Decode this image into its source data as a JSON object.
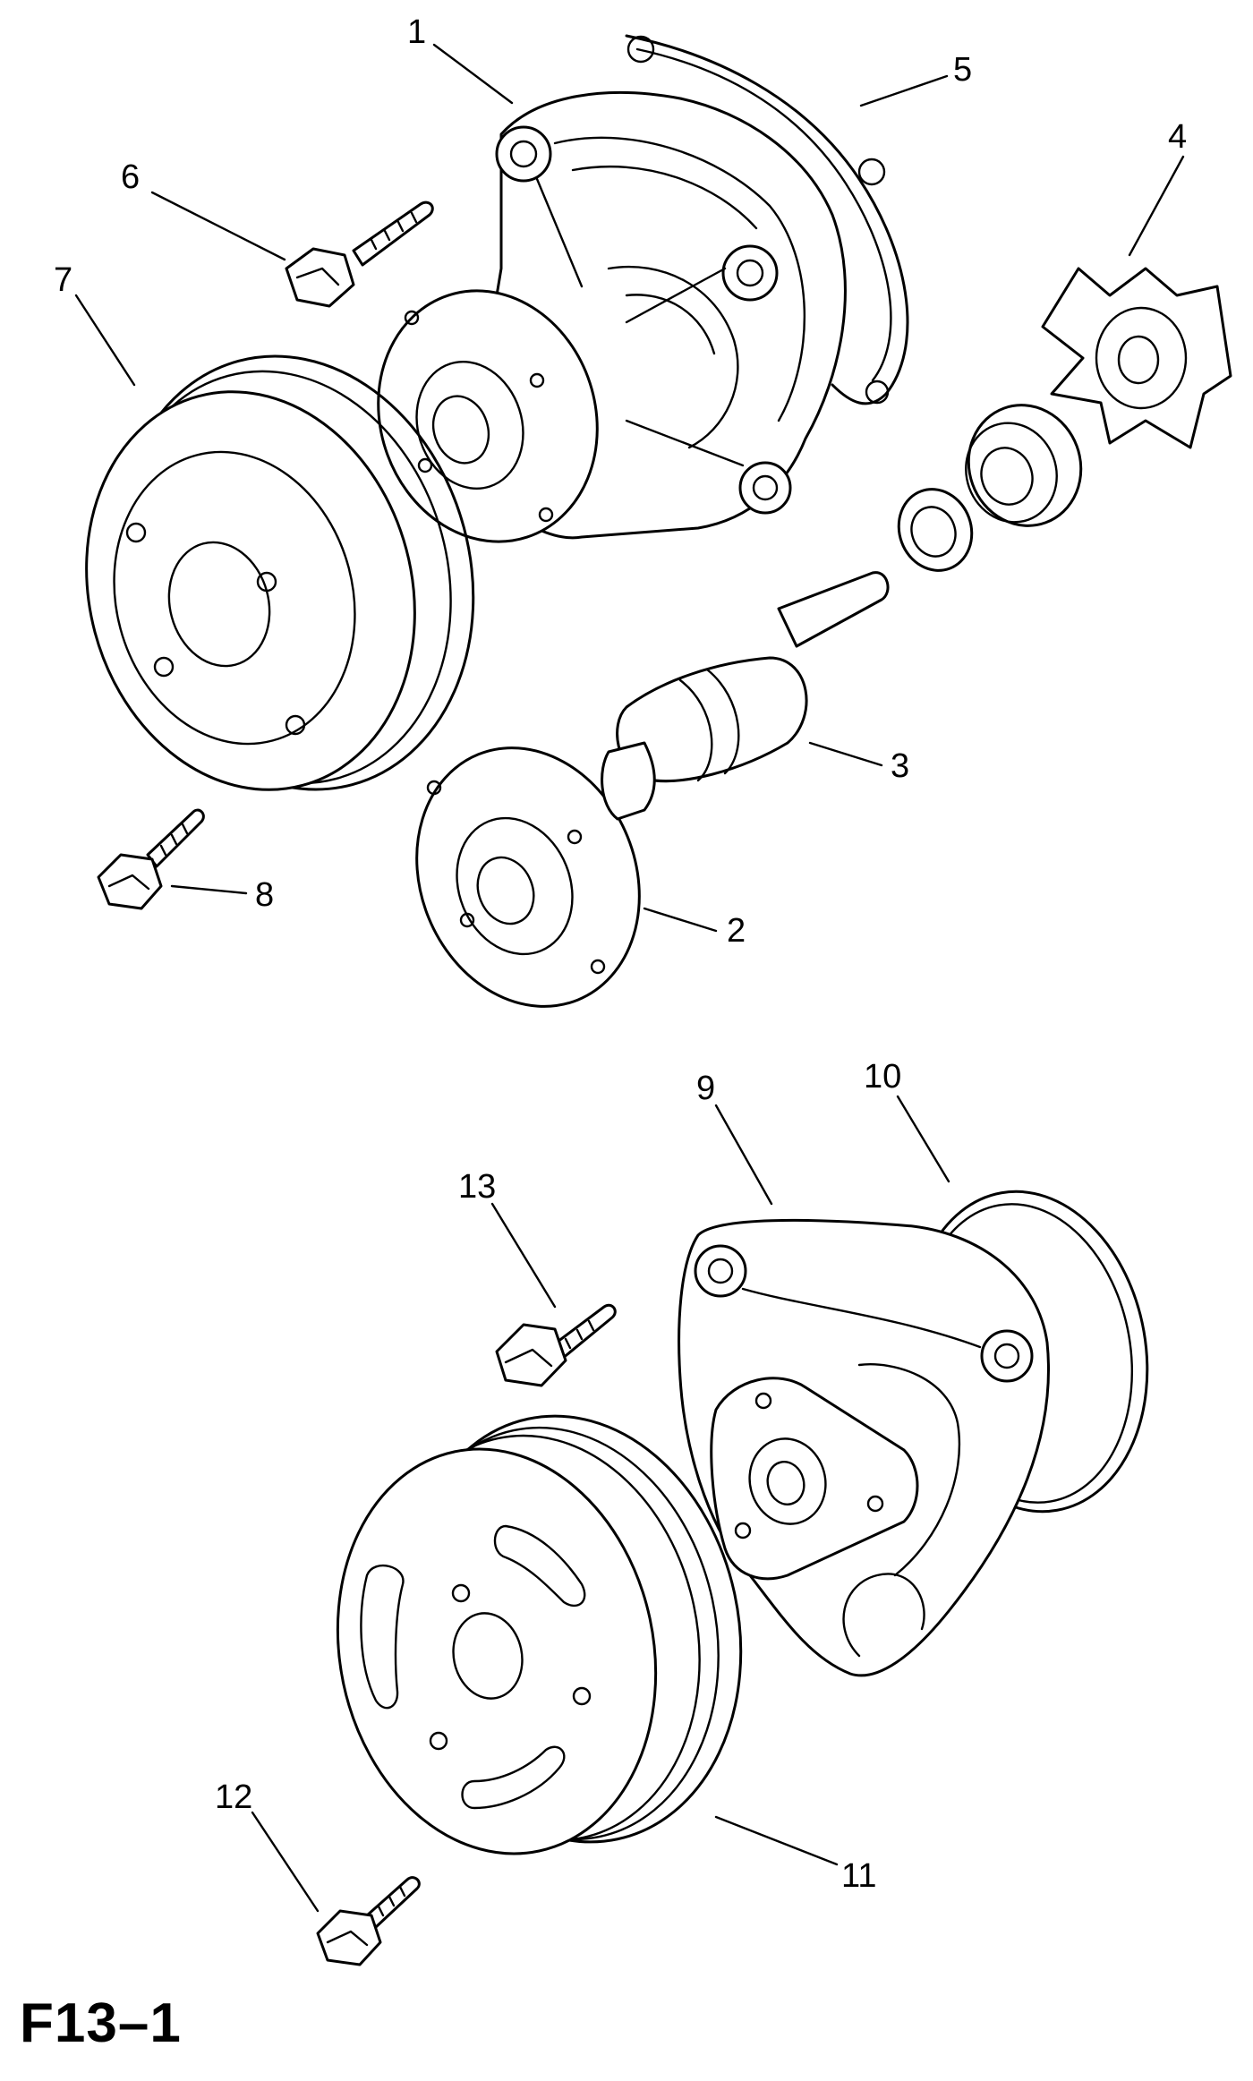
{
  "figure": {
    "id": "F13–1"
  },
  "callouts": [
    {
      "id": "1",
      "label": "1"
    },
    {
      "id": "2",
      "label": "2"
    },
    {
      "id": "3",
      "label": "3"
    },
    {
      "id": "4",
      "label": "4"
    },
    {
      "id": "5",
      "label": "5"
    },
    {
      "id": "6",
      "label": "6"
    },
    {
      "id": "7",
      "label": "7"
    },
    {
      "id": "8",
      "label": "8"
    },
    {
      "id": "9",
      "label": "9"
    },
    {
      "id": "10",
      "label": "10"
    },
    {
      "id": "11",
      "label": "11"
    },
    {
      "id": "12",
      "label": "12"
    },
    {
      "id": "13",
      "label": "13"
    }
  ]
}
